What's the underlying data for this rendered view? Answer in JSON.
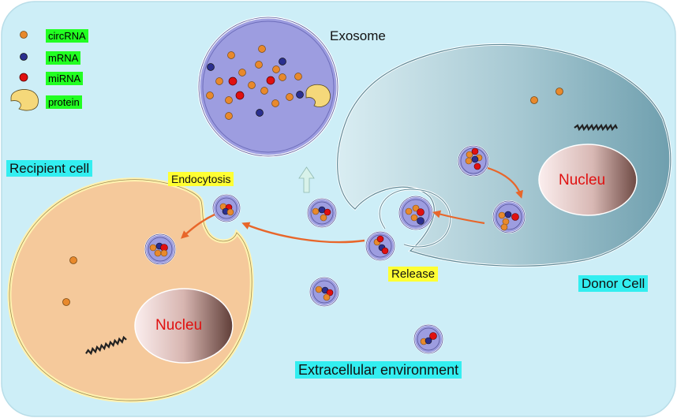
{
  "legend": {
    "items": [
      {
        "label": "circRNA",
        "color": "#e8892c"
      },
      {
        "label": "mRNA",
        "color": "#2b2f8f"
      },
      {
        "label": "miRNA",
        "color": "#e01010"
      },
      {
        "label": "protein",
        "color": "#f5d87a"
      }
    ]
  },
  "labels": {
    "exosome": "Exosome",
    "recipient_cell": "Recipient cell",
    "endocytosis": "Endocytosis",
    "release": "Release",
    "donor_cell": "Donor Cell",
    "nucleus_donor": "Nucleu",
    "nucleus_recipient": "Nucleu",
    "extracellular": "Extracellular environment"
  },
  "colors": {
    "background": "#cdeef7",
    "donor_cell": "#9cc4cf",
    "recipient_cell": "#f5c99b",
    "recipient_border": "#fff2b0",
    "exosome_fill": "#9d9de0",
    "nucleus_text": "#e01010",
    "arrow": "#e8662a",
    "label_highlight_cyan": "#33eef0",
    "label_highlight_yellow": "#ffff33",
    "legend_highlight": "#22ff22"
  }
}
